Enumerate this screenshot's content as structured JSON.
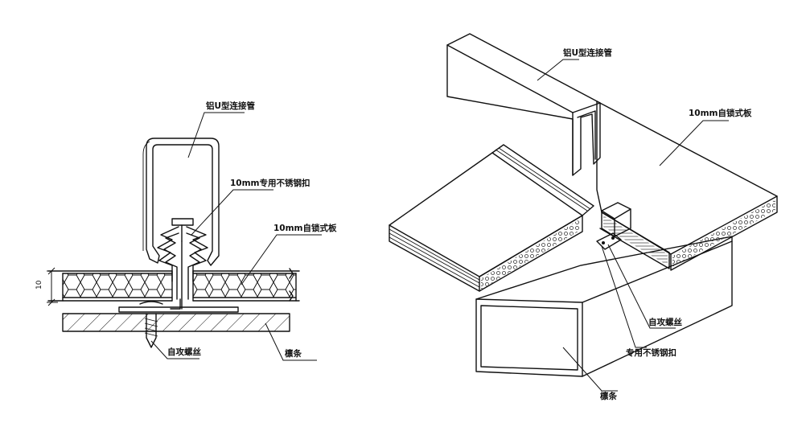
{
  "left_diagram": {
    "labels": {
      "u_connector": "铝U型连接管",
      "clip": "10mm专用不锈钢扣",
      "panel": "10mm自锁式板",
      "screw": "自攻螺丝",
      "purlin": "檩条"
    },
    "dimension": "10"
  },
  "right_diagram": {
    "labels": {
      "u_connector": "铝U型连接管",
      "panel": "10mm自锁式板",
      "screw": "自攻螺丝",
      "clip": "专用不锈钢扣",
      "purlin": "檩条"
    }
  }
}
